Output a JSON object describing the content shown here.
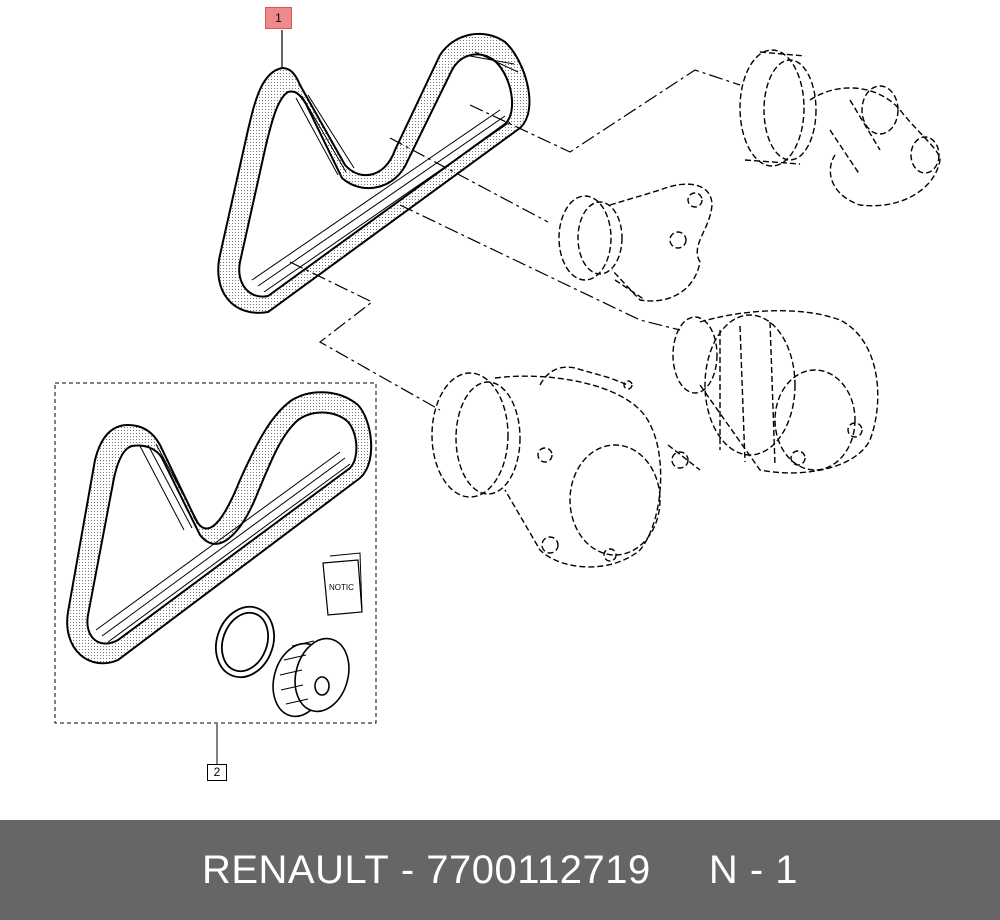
{
  "callouts": {
    "item_1": "1",
    "item_2": "2"
  },
  "notice_label": "NOTIC",
  "footer": {
    "brand": "RENAULT",
    "separator": " - ",
    "part_number": "7700112719",
    "ref": "N - 1"
  },
  "colors": {
    "footer_bg": "#666666",
    "highlight": "#f08a8a"
  }
}
